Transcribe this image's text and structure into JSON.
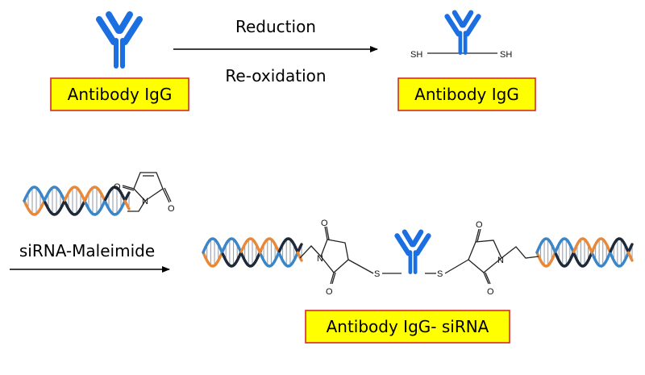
{
  "labels": {
    "antibody_top_left": "Antibody IgG",
    "antibody_top_right": "Antibody IgG",
    "conjugate": "Antibody IgG- siRNA",
    "reduction": "Reduction",
    "reoxidation": "Re-oxidation",
    "sirna_maleimide": "siRNA-Maleimide"
  },
  "atoms": {
    "sh": "SH",
    "s": "S",
    "o": "O",
    "n": "N"
  },
  "colors": {
    "antibody": "#1C6FE0",
    "label_box_fill": "#FFFF00",
    "label_box_border": "#D42A2A",
    "dna_orange": "#E8893A",
    "dna_blue": "#3A86C8",
    "dna_dark": "#1E2A3A",
    "dna_rung": "#9AA3AC"
  },
  "icons": [
    "antibody-y-icon",
    "dna-helix-icon",
    "arrow-right-icon"
  ]
}
